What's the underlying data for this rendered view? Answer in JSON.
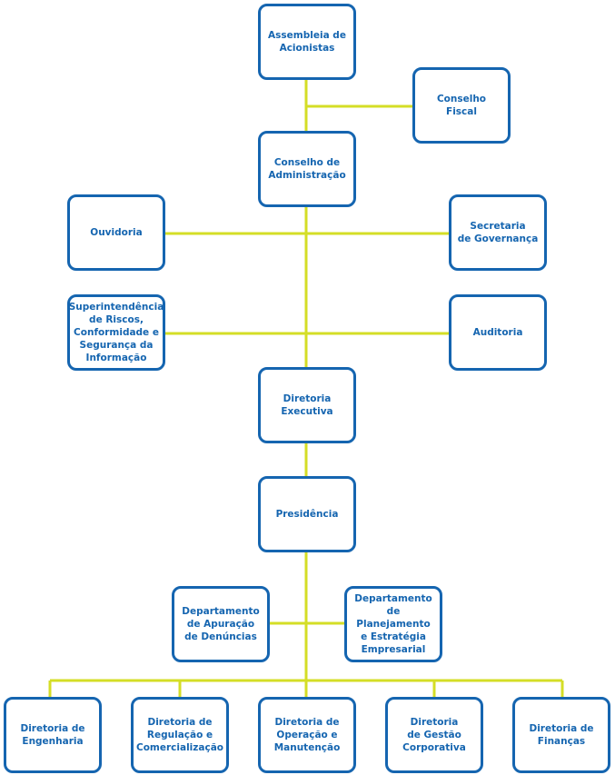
{
  "colors": {
    "box_border": "#1565b0",
    "text": "#1565b0",
    "connector": "#d4de26",
    "background": "#ffffff"
  },
  "nodes": {
    "assembleia": "Assembleia de\nAcionistas",
    "conselho_fiscal": "Conselho\nFiscal",
    "conselho_administracao": "Conselho de\nAdministração",
    "ouvidoria": "Ouvidoria",
    "secretaria": "Secretaria\nde Governança",
    "superintendencia": "Superintendência\nde Riscos,\nConformidade e\nSegurança da\nInformação",
    "auditoria": "Auditoria",
    "diretoria_executiva": "Diretoria\nExecutiva",
    "presidencia": "Presidência",
    "dep_apuracao": "Departamento\nde Apuração\nde Denúncias",
    "dep_planejamento": "Departamento\nde Planejamento\ne Estratégia\nEmpresarial",
    "dir_engenharia": "Diretoria de\nEngenharia",
    "dir_regulacao": "Diretoria de\nRegulação e\nComercialização",
    "dir_operacao": "Diretoria de\nOperação e\nManutenção",
    "dir_gestao": "Diretoria\nde Gestão\nCorporativa",
    "dir_financas": "Diretoria de\nFinanças"
  }
}
